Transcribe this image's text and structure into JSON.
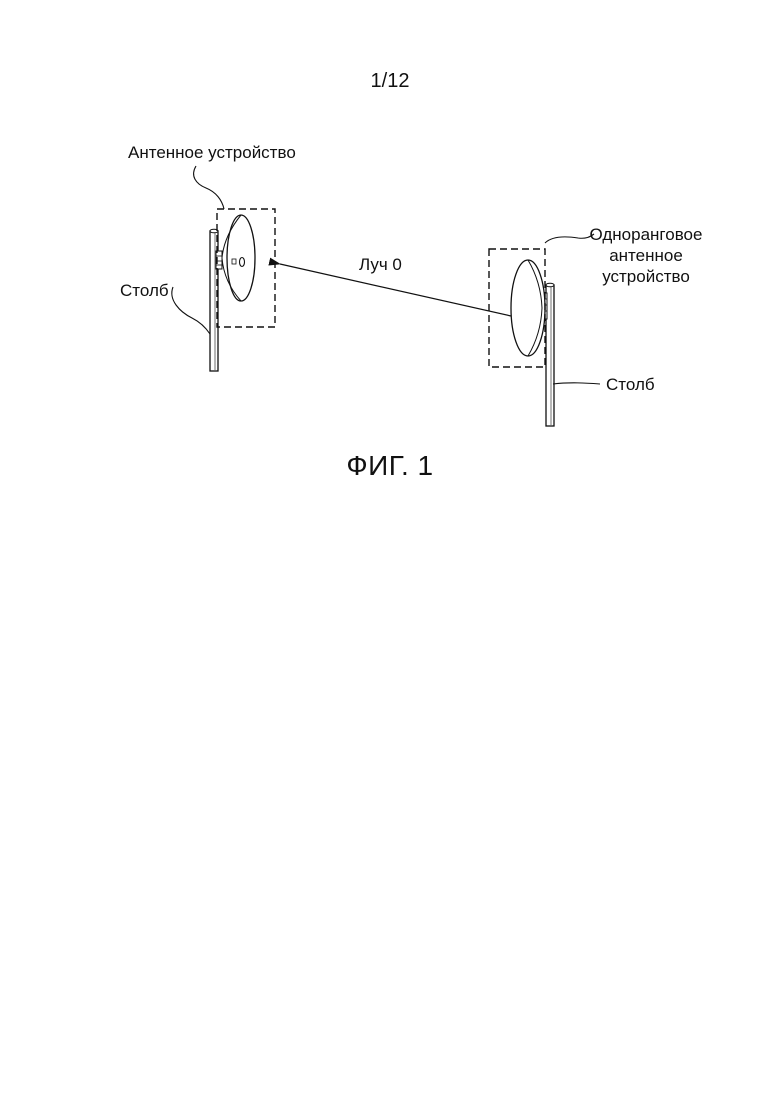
{
  "page": {
    "number": "1/12",
    "caption": "ФИГ. 1"
  },
  "figure": {
    "labels": {
      "antenna_device": "Антенное устройство",
      "pole_left": "Столб",
      "beam": "Луч 0",
      "peer_line1": "Одноранговое",
      "peer_line2": "антенное",
      "peer_line3": "устройство",
      "pole_right": "Столб"
    }
  }
}
